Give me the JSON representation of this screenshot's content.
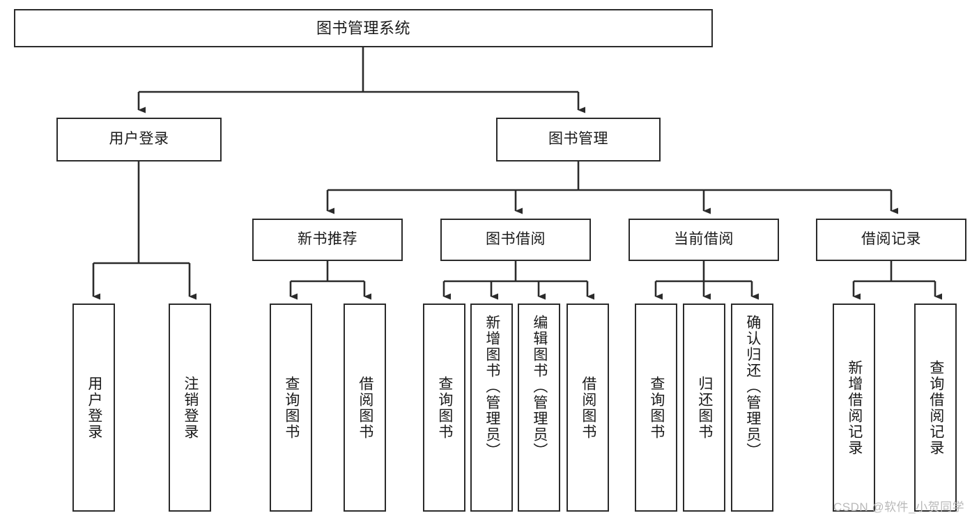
{
  "diagram": {
    "title": "图书管理系统",
    "type": "tree",
    "root": {
      "id": "root",
      "label": "图书管理系统"
    },
    "level2": [
      {
        "id": "user-login",
        "label": "用户登录"
      },
      {
        "id": "book-manage",
        "label": "图书管理"
      }
    ],
    "level3": [
      {
        "id": "new-book-rec",
        "label": "新书推荐",
        "parent": "book-manage"
      },
      {
        "id": "book-borrow",
        "label": "图书借阅",
        "parent": "book-manage"
      },
      {
        "id": "current-borrow",
        "label": "当前借阅",
        "parent": "book-manage"
      },
      {
        "id": "borrow-record",
        "label": "借阅记录",
        "parent": "book-manage"
      }
    ],
    "leaves": [
      {
        "id": "leaf-user-login",
        "label": "用户登录",
        "parent": "user-login"
      },
      {
        "id": "leaf-logout",
        "label": "注销登录",
        "parent": "user-login"
      },
      {
        "id": "leaf-query-book-1",
        "label": "查询图书",
        "parent": "new-book-rec"
      },
      {
        "id": "leaf-borrow-book-1",
        "label": "借阅图书",
        "parent": "new-book-rec"
      },
      {
        "id": "leaf-query-book-2",
        "label": "查询图书",
        "parent": "book-borrow"
      },
      {
        "id": "leaf-add-book",
        "label": "新增图书（管理员）",
        "parent": "book-borrow"
      },
      {
        "id": "leaf-edit-book",
        "label": "编辑图书（管理员）",
        "parent": "book-borrow"
      },
      {
        "id": "leaf-borrow-book-2",
        "label": "借阅图书",
        "parent": "book-borrow"
      },
      {
        "id": "leaf-query-book-3",
        "label": "查询图书",
        "parent": "current-borrow"
      },
      {
        "id": "leaf-return-book",
        "label": "归还图书",
        "parent": "current-borrow"
      },
      {
        "id": "leaf-confirm-return",
        "label": "确认归还（管理员）",
        "parent": "current-borrow"
      },
      {
        "id": "leaf-add-record",
        "label": "新增借阅记录",
        "parent": "borrow-record"
      },
      {
        "id": "leaf-query-record",
        "label": "查询借阅记录",
        "parent": "borrow-record"
      }
    ]
  },
  "watermark": {
    "text": "CSDN @软件_小贺同学"
  },
  "colors": {
    "border": "#2b2b2b",
    "background": "#ffffff",
    "text": "#1a1a1a",
    "watermark": "#b9b9b9"
  }
}
